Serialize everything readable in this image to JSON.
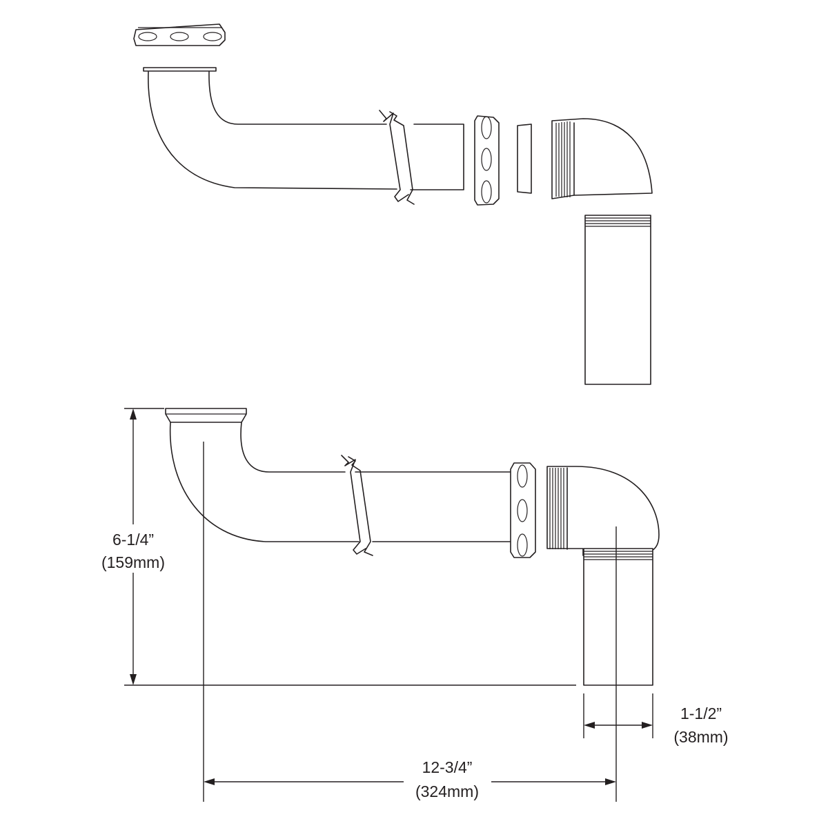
{
  "dimensions": {
    "height": {
      "imperial": "6-1/4”",
      "metric": "(159mm)"
    },
    "diameter": {
      "imperial": "1-1/2”",
      "metric": "(38mm)"
    },
    "length": {
      "imperial": "12-3/4”",
      "metric": "(324mm)"
    }
  },
  "colors": {
    "line": "#231f20",
    "background": "#ffffff"
  }
}
